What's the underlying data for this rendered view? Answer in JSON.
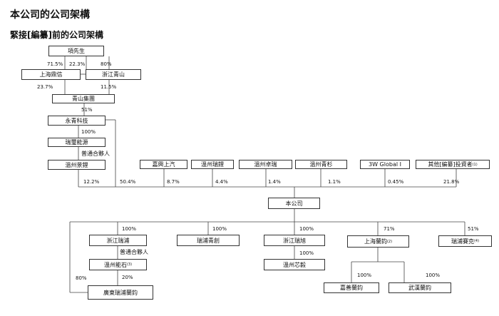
{
  "title": "本公司的公司架構",
  "subtitle": "緊接[編纂]前的公司架構",
  "nodes": {
    "xiang": "項先生",
    "sh_dingxin": "上海鼎信",
    "zj_qingshan": "浙江青山",
    "qingshan_group": "青山集團",
    "yongqing": "永青科技",
    "ruixi_energy": "瑞璽能源",
    "wz_jingli": "溫州景鋰",
    "jiaxing_shangqi": "嘉興上汽",
    "wz_ruili": "溫州瑞鋰",
    "wz_zhuorui": "溫州卓瑞",
    "wz_qingshan2": "溫州青杉",
    "wg3": "3W Global I",
    "other_inv": "其他[編纂]投資者",
    "company": "本公司",
    "zj_ruipu": "浙江瑞浦",
    "ruipu_qingchuang": "瑞浦青創",
    "zj_ruixu": "浙江瑞旭",
    "sh_lanjun": "上海蘭鈞",
    "ruipu_saike": "瑞浦賽克",
    "wz_nengshi": "溫州能石",
    "wz_xinyi": "溫州芯毅",
    "jiashan_lanjun": "嘉善蘭鈞",
    "wuhan_lanjun": "武漢蘭鈞",
    "guangdong_ruipu": "廣東瑞浦蘭鈞"
  },
  "notes": {
    "other_inv": "(1)",
    "sh_lanjun": "(2)",
    "wz_nengshi": "(3)",
    "ruipu_saike": "(4)"
  },
  "partnership": "普通合夥人",
  "pct": {
    "xiang_dingxin": "71.5%",
    "xiang_qingshan": "22.3%",
    "dingxin_qingshan": "80%",
    "dingxin_group": "23.7%",
    "qingshan_group": "11.5%",
    "group_yongqing": "51%",
    "yongqing_ruixi": "100%",
    "jingli_company": "12.2%",
    "yongqing_company": "50.4%",
    "jiaxing_company": "8.7%",
    "ruili_company": "4.4%",
    "zhuorui_company": "1.4%",
    "qingshan2_company": "1.1%",
    "wg3_company": "0.45%",
    "other_company": "21.8%",
    "company_ruipu": "100%",
    "company_qingchuang": "100%",
    "company_ruixu": "100%",
    "company_lanjun": "71%",
    "company_saike": "51%",
    "ruixu_xinyi": "100%",
    "nengshi_guangdong": "20%",
    "lanjun_jiashan": "100%",
    "lanjun_wuhan": "100%",
    "company_guangdong": "80%"
  }
}
